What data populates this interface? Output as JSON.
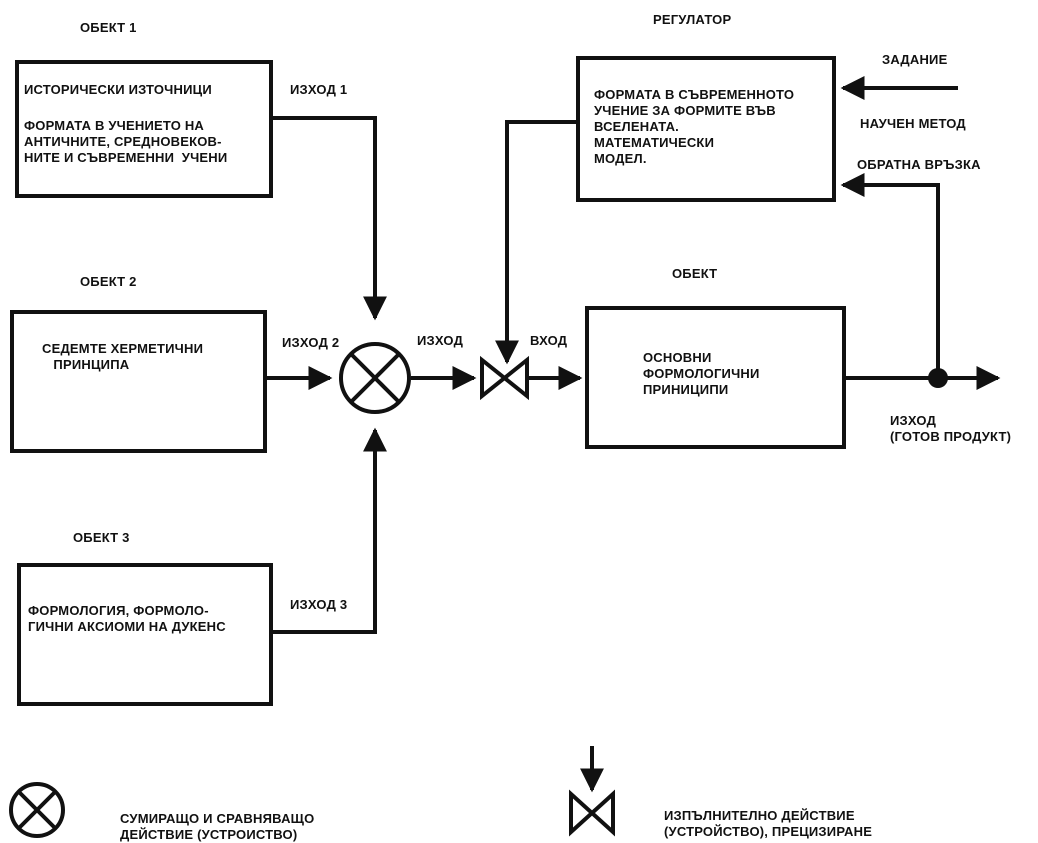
{
  "object1": {
    "heading": "ОБЕКТ 1",
    "line1": "ИСТОРИЧЕСКИ ИЗТОЧНИЦИ",
    "body": "ФОРМАТА В УЧЕНИЕТО НА\nАНТИЧНИТЕ, СРЕДНОВЕКОВ-\nНИТЕ И СЪВРЕМЕННИ  УЧЕНИ",
    "output": "ИЗХОД 1"
  },
  "object2": {
    "heading": "ОБЕКТ 2",
    "body": "СЕДЕМТЕ ХЕРМЕТИЧНИ\n   ПРИНЦИПА",
    "output": "ИЗХОД 2"
  },
  "object3": {
    "heading": "ОБЕКТ 3",
    "body": "ФОРМОЛОГИЯ, ФОРМОЛО-\nГИЧНИ АКСИОМИ НА ДУКЕНС",
    "output": "ИЗХОД 3"
  },
  "regulator": {
    "heading": "РЕГУЛАТОР",
    "body": "ФОРМАТА В СЪВРЕМЕННОТО\nУЧЕНИЕ ЗА ФОРМИТЕ ВЪВ\nВСЕЛЕНАТА.\nМАТЕМАТИЧЕСКИ\nМОДЕЛ."
  },
  "main_object": {
    "heading": "ОБЕКТ",
    "body": "ОСНОВНИ\nФОРМОЛОГИЧНИ\nПРИНИЦИПИ"
  },
  "labels": {
    "task": "ЗАДАНИЕ",
    "method": "НАУЧЕН МЕТОД",
    "feedback": "ОБРАТНА ВРЪЗКА",
    "output": "ИЗХОД",
    "input": "ВХОД",
    "final_output": "ИЗХОД\n(ГОТОВ ПРОДУКТ)"
  },
  "legend": {
    "summing": "СУМИРАЩО И СРАВНЯВАЩО\nДЕЙСТВИЕ (УСТРОИСТВО)",
    "actuator": "ИЗПЪЛНИТЕЛНО ДЕЙСТВИЕ\n(УСТРОЙСТВО), ПРЕЦИЗИРАНЕ"
  }
}
